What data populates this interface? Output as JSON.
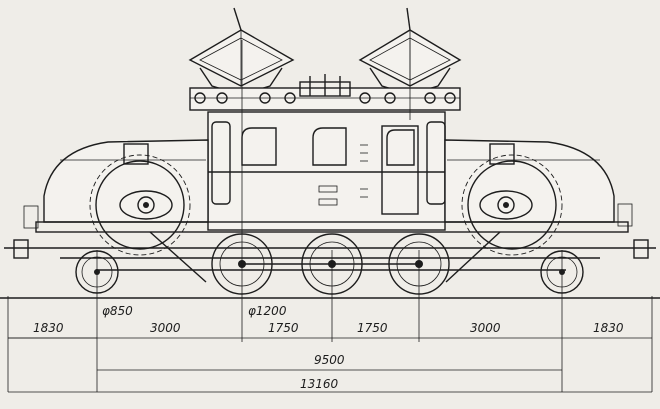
{
  "drawing": {
    "wheel_labels": {
      "carrying_wheel": "φ850",
      "driving_wheel": "φ1200"
    },
    "dimensions": {
      "segment_1": "1830",
      "segment_2": "3000",
      "segment_3": "1750",
      "segment_4": "1750",
      "segment_5": "3000",
      "segment_6": "1830",
      "wheelbase_total": "9500",
      "overall_length": "13160"
    }
  }
}
